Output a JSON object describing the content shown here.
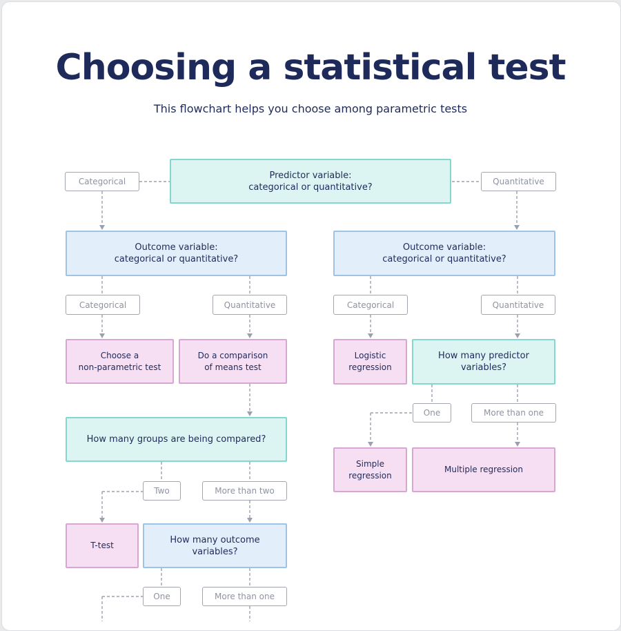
{
  "header": {
    "title": "Choosing a statistical test",
    "subtitle": "This flowchart helps you choose among parametric tests"
  },
  "nodes": {
    "predictor_question": "Predictor variable:\ncategorical or quantitative?",
    "outcome_left_question": "Outcome variable:\ncategorical or quantitative?",
    "outcome_right_question": "Outcome variable:\ncategorical or quantitative?",
    "non_parametric": "Choose a\nnon-parametric test",
    "comparison_of_means": "Do a comparison\nof means test",
    "logistic_regression": "Logistic\nregression",
    "predictor_count_question": "How many predictor\nvariables?",
    "groups_question": "How many groups are being compared?",
    "simple_regression": "Simple\nregression",
    "multiple_regression": "Multiple regression",
    "t_test": "T-test",
    "outcome_count_question": "How many outcome\nvariables?"
  },
  "labels": {
    "categorical_top": "Categorical",
    "quantitative_top": "Quantitative",
    "categorical_left": "Categorical",
    "quantitative_left": "Quantitative",
    "categorical_right": "Categorical",
    "quantitative_right": "Quantitative",
    "one_predictor": "One",
    "more_than_one_predictor": "More than one",
    "two_groups": "Two",
    "more_than_two_groups": "More than two",
    "one_outcome": "One",
    "more_than_one_outcome": "More than one"
  },
  "colors": {
    "title": "#1e2a5a",
    "teal_fill": "#dcf5f3",
    "blue_fill": "#e2eefa",
    "pink_fill": "#f7dff3",
    "connector": "#9aa0ad"
  }
}
